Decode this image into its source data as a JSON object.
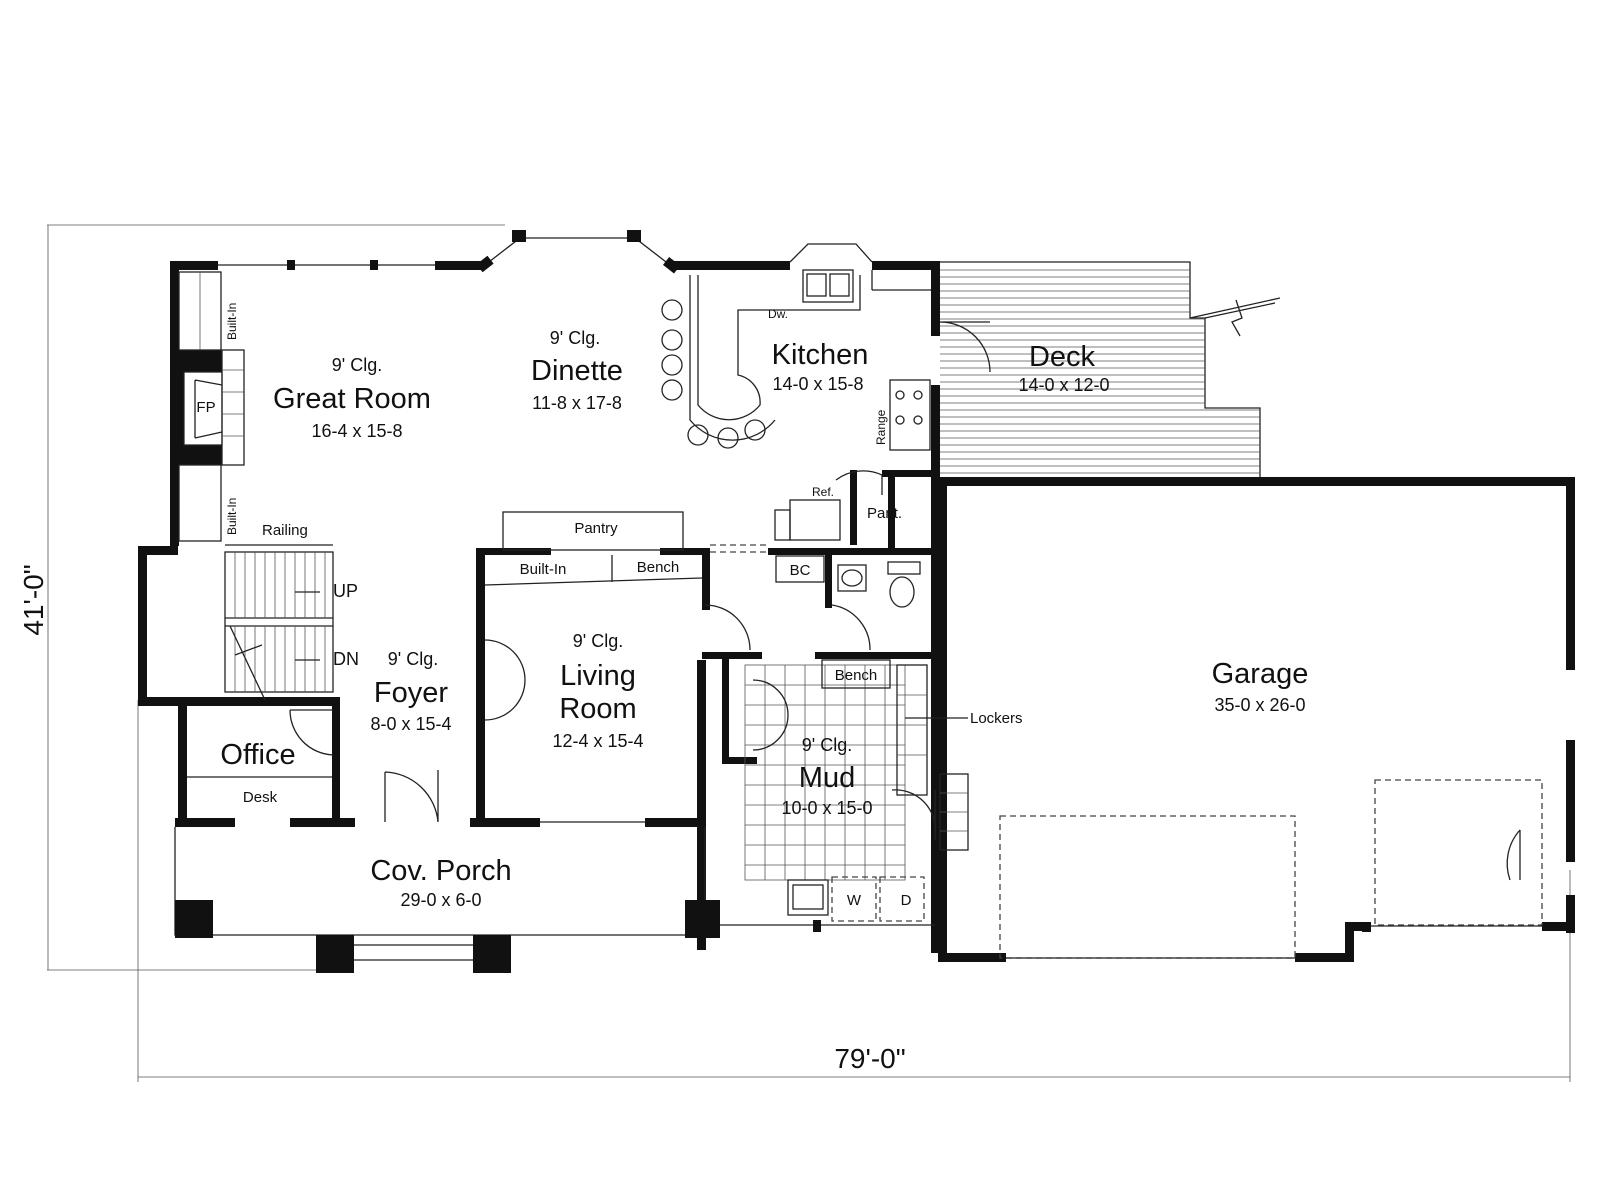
{
  "dimensions": {
    "width": "79'-0\"",
    "depth": "41'-0\""
  },
  "rooms": {
    "great_room": {
      "ceiling": "9' Clg.",
      "name": "Great Room",
      "size": "16-4 x 15-8"
    },
    "dinette": {
      "ceiling": "9' Clg.",
      "name": "Dinette",
      "size": "11-8 x 17-8"
    },
    "kitchen": {
      "name": "Kitchen",
      "size": "14-0 x 15-8"
    },
    "deck": {
      "name": "Deck",
      "size": "14-0 x 12-0"
    },
    "foyer": {
      "ceiling": "9' Clg.",
      "name": "Foyer",
      "size": "8-0 x 15-4"
    },
    "living_room": {
      "ceiling": "9' Clg.",
      "name_line1": "Living",
      "name_line2": "Room",
      "size": "12-4 x 15-4"
    },
    "office": {
      "name": "Office"
    },
    "mud": {
      "ceiling": "9' Clg.",
      "name": "Mud",
      "size": "10-0 x 15-0"
    },
    "garage": {
      "name": "Garage",
      "size": "35-0 x 26-0"
    },
    "porch": {
      "name": "Cov. Porch",
      "size": "29-0 x 6-0"
    }
  },
  "labels": {
    "fireplace": "FP",
    "built_in_upper": "Built-In",
    "built_in_lower": "Built-In",
    "railing": "Railing",
    "stair_up": "UP",
    "stair_down": "DN",
    "pantry": "Pantry",
    "built_in_bench": "Built-In",
    "bench_living": "Bench",
    "dishwasher": "Dw.",
    "range": "Range",
    "refrigerator": "Ref.",
    "pantry_short": "Pant.",
    "bc": "BC",
    "bench_mud": "Bench",
    "lockers": "Lockers",
    "desk": "Desk",
    "washer": "W",
    "dryer": "D"
  }
}
